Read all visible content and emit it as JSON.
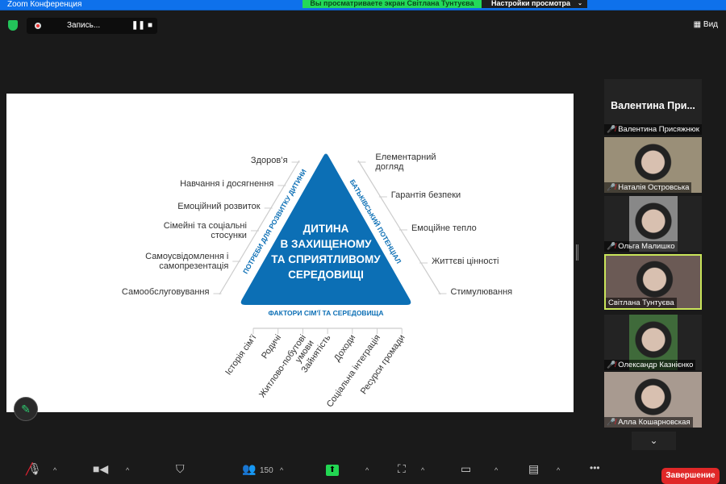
{
  "window": {
    "title": "Zoom Конференция",
    "banner": "Вы просматриваете экран Світлана Тунтуєва",
    "view_options": "Настройки просмотра",
    "view_button": "Вид"
  },
  "recording": {
    "label": "Запись..."
  },
  "slide": {
    "center": [
      "ДИТИНА",
      "В ЗАХИЩЕНОМУ",
      "ТА СПРИЯТЛИВОМУ",
      "СЕРЕДОВИЩІ"
    ],
    "left_side": "ПОТРЕБИ ДЛЯ РОЗВИТКУ ДИТИНИ",
    "right_side": "БАТЬКІВСЬКИЙ ПОТЕНЦІАЛ",
    "bottom_side": "ФАКТОРИ СІМ’Ї ТА СЕРЕДОВИЩА",
    "left_items": [
      "Здоров’я",
      "Навчання і досягнення",
      "Емоційний розвиток",
      "Сімейні та соціальні|стосунки",
      "Самоусвідомлення і|самопрезентація",
      "Самообслуговування"
    ],
    "right_items": [
      "Елементарний|догляд",
      "Гарантія безпеки",
      "Емоційне тепло",
      "Життєві цінності",
      "Стимулювання"
    ],
    "bottom_items": [
      "Історія сім’ї",
      "Родичі",
      "Житлово-побутові|умови",
      "Зайнятість",
      "Доходи",
      "Соціальна інтеграція",
      "Ресурси громади"
    ],
    "color": "#0c6fb5"
  },
  "participants": {
    "featured_name": "Валентина  При...",
    "list": [
      {
        "name": "Валентина Присяжнюк",
        "muted": true
      },
      {
        "name": "Наталія Островська",
        "muted": true
      },
      {
        "name": "Ольга Малишко",
        "muted": true
      },
      {
        "name": "Світлана Тунтуєва",
        "muted": false,
        "active": true
      },
      {
        "name": "Олександр Казнієнко",
        "muted": true
      },
      {
        "name": "Алла Кошарновская",
        "muted": true
      }
    ]
  },
  "toolbar": {
    "participants_count": "150",
    "end_label": "Завершение"
  }
}
